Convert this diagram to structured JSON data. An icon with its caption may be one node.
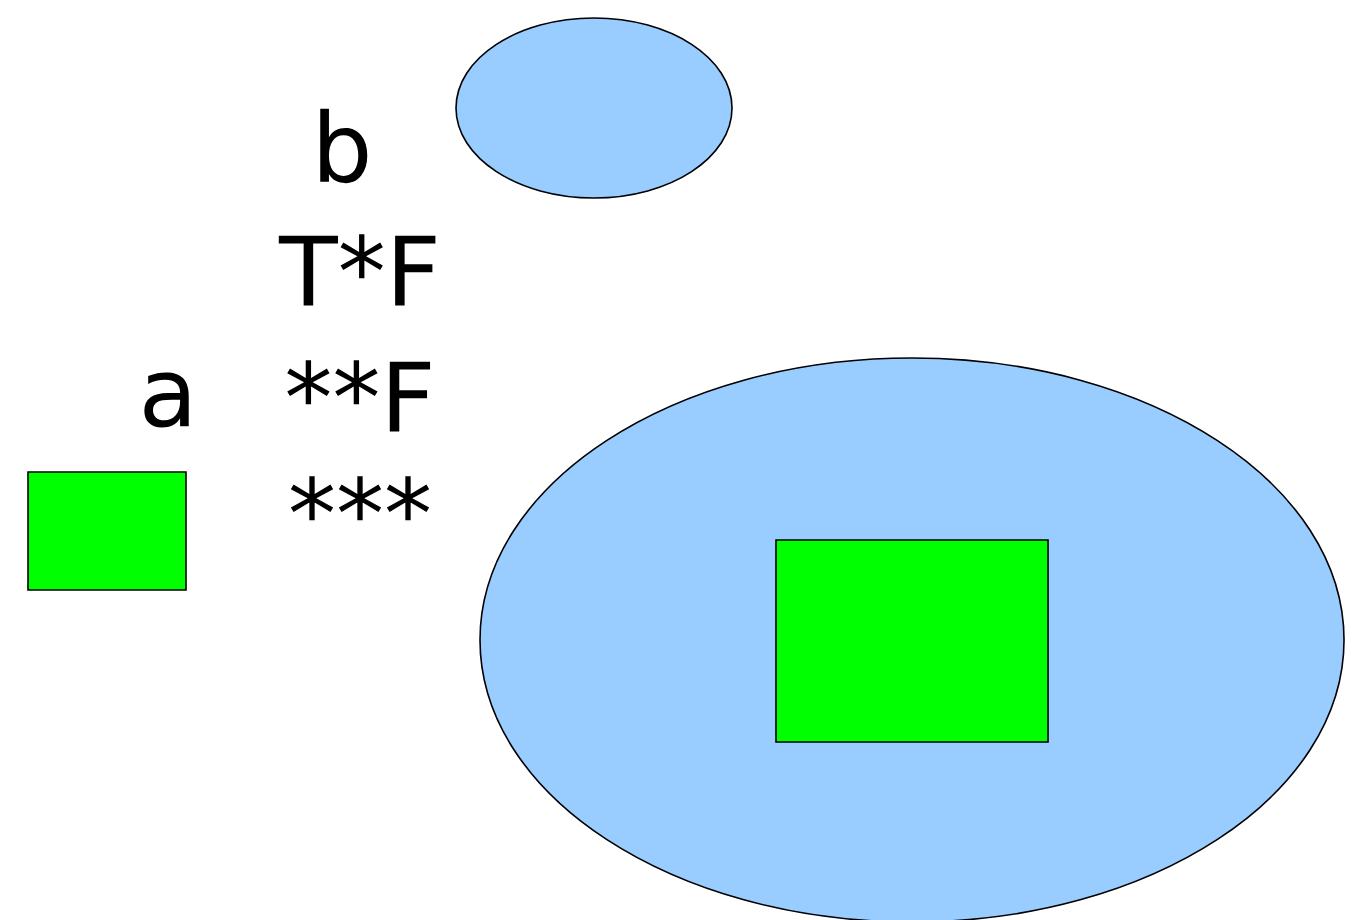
{
  "diagram": {
    "nodes": [
      {
        "text": [],
        "shape": "ellipse",
        "beside": [
          "b"
        ]
      },
      {
        "text": [],
        "shape": "box",
        "beside": [
          "a"
        ]
      },
      {
        "text": [],
        "shape": "ellipse"
      },
      {
        "text": [],
        "shape": "box",
        "in": 2
      }
    ],
    "labels": [
      "T*F",
      "**F",
      "***"
    ]
  }
}
